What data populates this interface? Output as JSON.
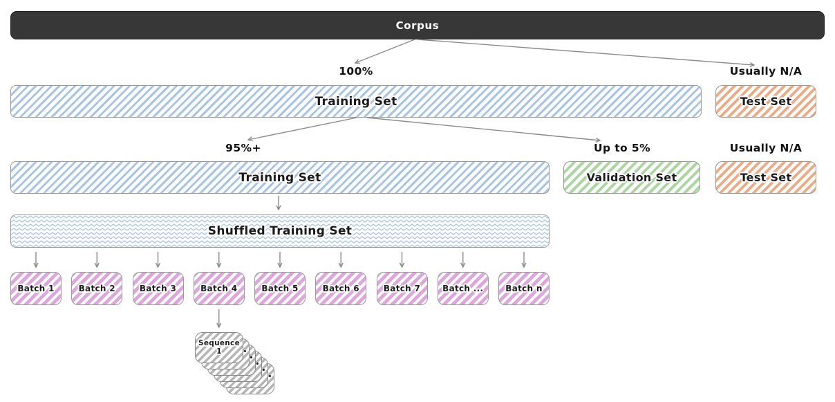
{
  "corpus": {
    "label": "Corpus"
  },
  "level1": {
    "training": {
      "label": "Training Set",
      "share": "100%"
    },
    "test": {
      "label": "Test Set",
      "share": "Usually N/A"
    }
  },
  "level2": {
    "training": {
      "label": "Training Set",
      "share": "95%+"
    },
    "validation": {
      "label": "Validation Set",
      "share": "Up to 5%"
    },
    "test": {
      "label": "Test Set",
      "share": "Usually N/A"
    }
  },
  "shuffled": {
    "label": "Shuffled Training Set"
  },
  "batches": [
    "Batch 1",
    "Batch 2",
    "Batch 3",
    "Batch 4",
    "Batch 5",
    "Batch 6",
    "Batch 7",
    "Batch ...",
    "Batch n"
  ],
  "sequences": {
    "top_card_line1": "Sequence",
    "top_card_line2": "1",
    "stacked_cards": 6
  },
  "colors": {
    "corpus_bg": "#373737",
    "corpus_text": "#ffffff",
    "training_hatch": "#a8c4e4",
    "test_hatch": "#efa983",
    "validation_hatch": "#abd6a0",
    "batch_hatch": "#dda6dc",
    "sequence_hatch": "#b5b5b5",
    "arrow": "#8a8a8a",
    "box_border": "#9a9a9a"
  }
}
